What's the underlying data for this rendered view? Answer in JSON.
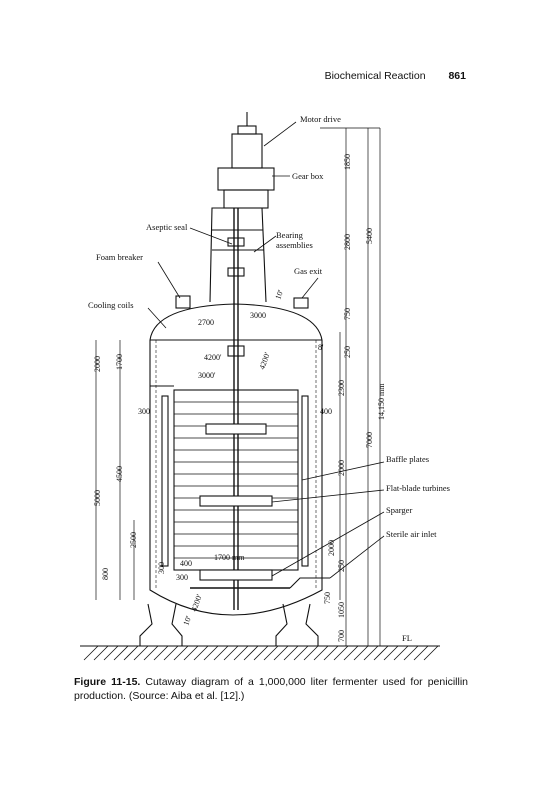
{
  "header": {
    "title": "Biochemical Reaction",
    "page_number": "861"
  },
  "figure": {
    "labels": {
      "motor_drive": "Motor drive",
      "gear_box": "Gear box",
      "aseptic_seal": "Aseptic seal",
      "bearing_1": "Bearing",
      "bearing_2": "assemblies",
      "foam_breaker": "Foam breaker",
      "gas_exit": "Gas exit",
      "cooling_coils": "Cooling coils",
      "baffle_plates": "Baffle plates",
      "flat_blade_turbines": "Flat-blade turbines",
      "sparger": "Sparger",
      "sterile_air_inlet": "Sterile air inlet",
      "fl": "FL"
    },
    "dimensions": {
      "d1850": "1850",
      "d2800": "2800",
      "d5400": "5400",
      "d7000": "7000",
      "d14150": "14,150 mm",
      "d750a": "750",
      "d250a": "250",
      "d2300": "2300",
      "d2000": "2000",
      "d2000b": "2000",
      "d250b": "250",
      "d750b": "750",
      "d1050": "1050",
      "d700": "700",
      "d2000l": "2000",
      "d1700l": "1700",
      "d5000": "5000",
      "d4500": "4500",
      "d2500": "2500",
      "d800": "800",
      "d300a": "300",
      "d300b": "300",
      "d2700": "2700",
      "d3000": "3000",
      "d4200": "4200'",
      "d3000p": "3000'",
      "d8": "8'",
      "d400": "400",
      "d1700mm": "1700 mm",
      "d400b": "400",
      "d300c": "300",
      "d10a": "10'",
      "d4200a": "4200'",
      "d10b": "10'",
      "d4200b": "4200'"
    }
  },
  "caption": {
    "figure_number": "Figure 11-15.",
    "text": " Cutaway diagram of a 1,000,000 liter fermenter used for penicillin production. (Source: Aiba et al. [12].)"
  }
}
